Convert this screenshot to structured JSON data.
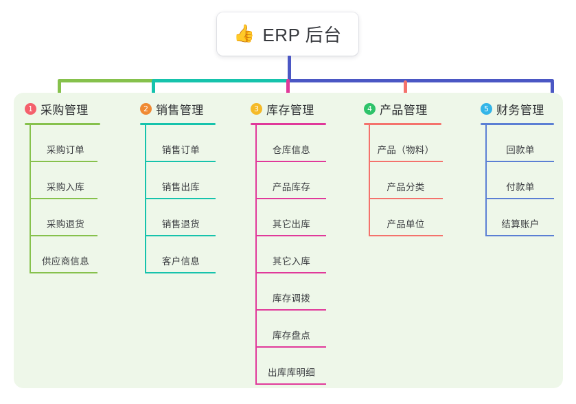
{
  "root": {
    "icon": "thumbs-up-icon",
    "emoji": "👍",
    "title": "ERP 后台"
  },
  "palette": {
    "panel_bg": "#eef7e9",
    "page_bg": "#ffffff",
    "trunk": "#4b57c4",
    "green": "#86c14c",
    "teal": "#16c3ac",
    "magenta": "#e0399a",
    "salmon": "#f4726c",
    "blue": "#4b57c4"
  },
  "columns": [
    {
      "number": "1",
      "title": "采购管理",
      "badge_color": "#f4606c",
      "line_color": "#86c14c",
      "items": [
        {
          "label": "采购订单"
        },
        {
          "label": "采购入库"
        },
        {
          "label": "采购退货"
        },
        {
          "label": "供应商信息"
        }
      ]
    },
    {
      "number": "2",
      "title": "销售管理",
      "badge_color": "#f08a33",
      "line_color": "#16c3ac",
      "items": [
        {
          "label": "销售订单"
        },
        {
          "label": "销售出库"
        },
        {
          "label": "销售退货"
        },
        {
          "label": "客户信息"
        }
      ]
    },
    {
      "number": "3",
      "title": "库存管理",
      "badge_color": "#f5ba28",
      "line_color": "#e0399a",
      "items": [
        {
          "label": "仓库信息"
        },
        {
          "label": "产品库存"
        },
        {
          "label": "其它出库"
        },
        {
          "label": "其它入库"
        },
        {
          "label": "库存调拨"
        },
        {
          "label": "库存盘点"
        },
        {
          "label": "出库库明细"
        }
      ]
    },
    {
      "number": "4",
      "title": "产品管理",
      "badge_color": "#2ec36a",
      "line_color": "#f4726c",
      "items": [
        {
          "label": "产品（物料）"
        },
        {
          "label": "产品分类"
        },
        {
          "label": "产品单位"
        }
      ]
    },
    {
      "number": "5",
      "title": "财务管理",
      "badge_color": "#33b5e8",
      "line_color": "#5b7fd4",
      "items": [
        {
          "label": "回款单"
        },
        {
          "label": "付款单"
        },
        {
          "label": "结算账户"
        }
      ]
    }
  ]
}
